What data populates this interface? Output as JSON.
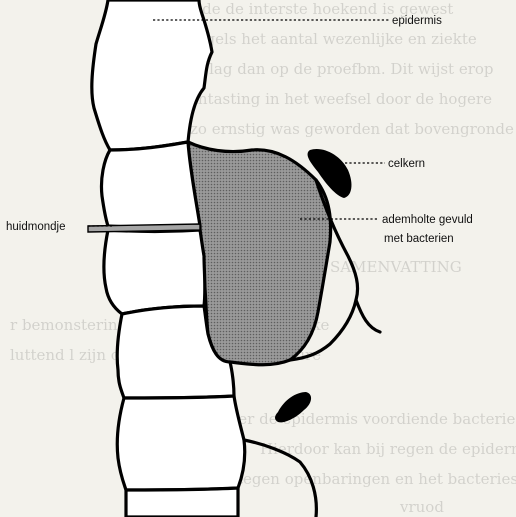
{
  "labels": {
    "epidermis": "epidermis",
    "celkern": "celkern",
    "huidmondje": "huidmondje",
    "ademholte_line1": "ademholte gevuld",
    "ademholte_line2": "met  bacterien"
  },
  "colors": {
    "cavity_fill": "#8c8c8c",
    "outline": "#000000",
    "paper": "#f3f2ec"
  },
  "background_show_through": [
    "l Komende de interste hoekend is gewest",
    "zeke regels het aantal wezenlijke en ziekte",
    "hoger lag dan op de proefbm. Dit wijst erop",
    "aantasting in het weefsel door de hogere",
    "zo ernstig was geworden dat bovengronde",
    "SAMENVATTING",
    "r bemonstering van de ontstane geelzieke",
    "luttend l zijn ontstaan van intercellulaire",
    "onder de epidermis voordiende bacteriesl ijm",
    "Hierdoor kan bij regen de epidermis op",
    "in stegen openbaringen en het bacteries lijm",
    "vruod"
  ]
}
